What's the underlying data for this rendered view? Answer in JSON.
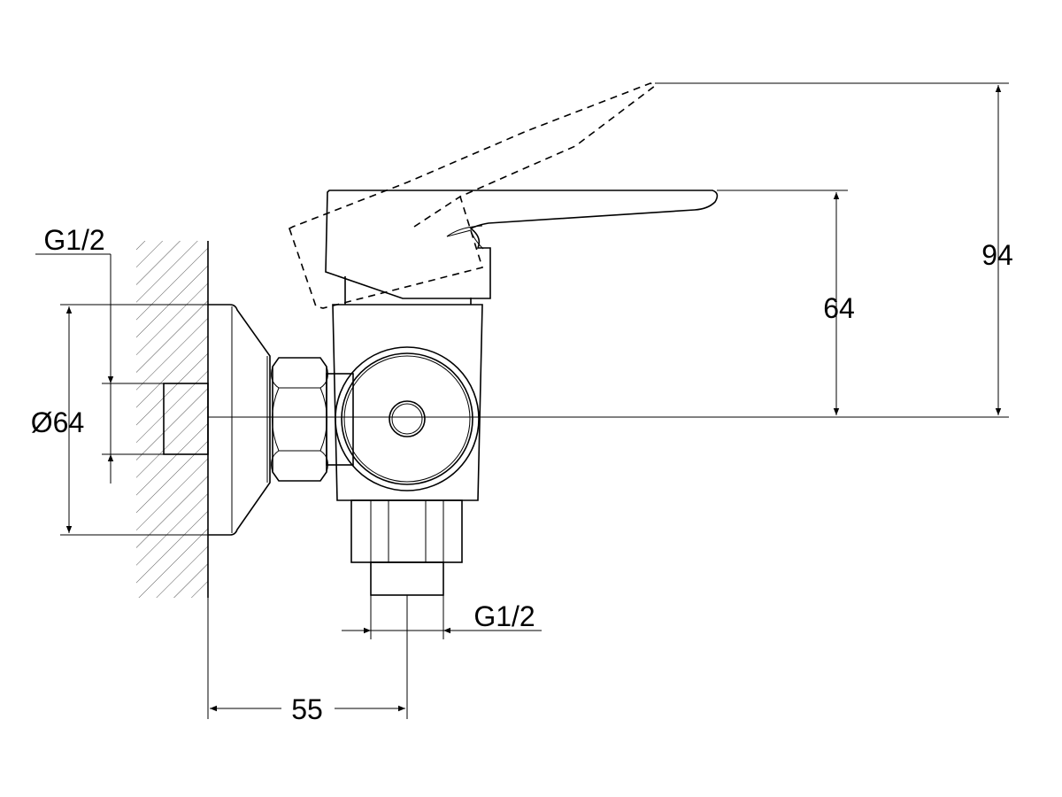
{
  "drawing": {
    "dimensions": {
      "height_total": "94",
      "height_handle": "64",
      "flange_diameter": "Ø64",
      "inlet_thread": "G1/2",
      "outlet_thread": "G1/2",
      "wall_offset": "55"
    },
    "line_color": "#000000",
    "background": "#ffffff"
  }
}
